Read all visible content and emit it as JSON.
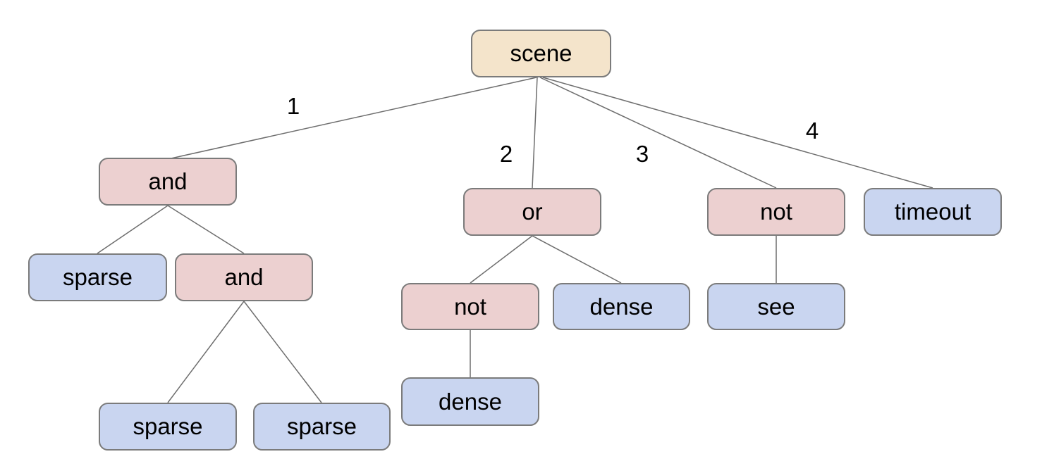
{
  "colors": {
    "root_fill": "#f4e4cb",
    "operator_fill": "#ecd0d0",
    "leaf_fill": "#c9d5f0",
    "node_border": "#7b7b7b",
    "edge_color": "#6e6e6e",
    "label_text": "#000000",
    "background": "#ffffff"
  },
  "nodes": {
    "scene": {
      "label": "scene",
      "type": "root"
    },
    "and1": {
      "label": "and",
      "type": "operator"
    },
    "or1": {
      "label": "or",
      "type": "operator"
    },
    "not1": {
      "label": "not",
      "type": "operator"
    },
    "timeout1": {
      "label": "timeout",
      "type": "leaf"
    },
    "sparse1": {
      "label": "sparse",
      "type": "leaf"
    },
    "and2": {
      "label": "and",
      "type": "operator"
    },
    "not2": {
      "label": "not",
      "type": "operator"
    },
    "dense1": {
      "label": "dense",
      "type": "leaf"
    },
    "see1": {
      "label": "see",
      "type": "leaf"
    },
    "sparse2": {
      "label": "sparse",
      "type": "leaf"
    },
    "sparse3": {
      "label": "sparse",
      "type": "leaf"
    },
    "dense2": {
      "label": "dense",
      "type": "leaf"
    }
  },
  "edge_labels": {
    "e1": "1",
    "e2": "2",
    "e3": "3",
    "e4": "4"
  },
  "tree": {
    "root": "scene",
    "children": {
      "scene": [
        "and1",
        "or1",
        "not1",
        "timeout1"
      ],
      "and1": [
        "sparse1",
        "and2"
      ],
      "and2": [
        "sparse2",
        "sparse3"
      ],
      "or1": [
        "not2",
        "dense1"
      ],
      "not2": [
        "dense2"
      ],
      "not1": [
        "see1"
      ]
    }
  }
}
